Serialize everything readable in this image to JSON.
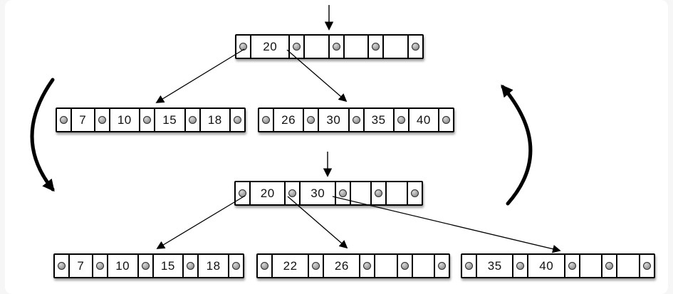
{
  "trees": {
    "before": {
      "root": {
        "keys": [
          "20",
          "",
          "",
          ""
        ]
      },
      "leaves": [
        {
          "keys": [
            "7",
            "10",
            "15",
            "18"
          ]
        },
        {
          "keys": [
            "26",
            "30",
            "35",
            "40"
          ]
        }
      ]
    },
    "after": {
      "root": {
        "keys": [
          "20",
          "30",
          "",
          ""
        ]
      },
      "leaves": [
        {
          "keys": [
            "7",
            "10",
            "15",
            "18"
          ]
        },
        {
          "keys": [
            "22",
            "26",
            "",
            ""
          ]
        },
        {
          "keys": [
            "35",
            "40",
            "",
            ""
          ]
        }
      ]
    }
  },
  "colors": {
    "node_fill": "#ffffff",
    "node_border": "#000000",
    "pointer_dot_fill": "#9a9a9a",
    "pointer_dot_border": "#2b2b2b",
    "arrow": "#000000",
    "background": "#ffffff"
  }
}
